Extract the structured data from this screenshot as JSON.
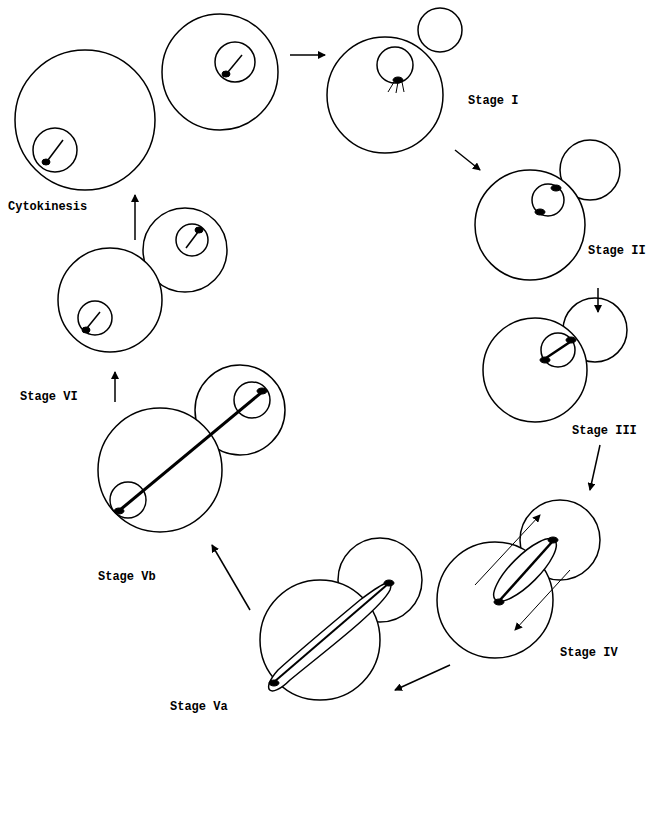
{
  "diagram": {
    "labels": [
      "Stage I",
      "Stage II",
      "Stage III",
      "Stage IV",
      "Stage Va",
      "Stage Vb",
      "Stage VI",
      "Cytokinesis"
    ]
  }
}
